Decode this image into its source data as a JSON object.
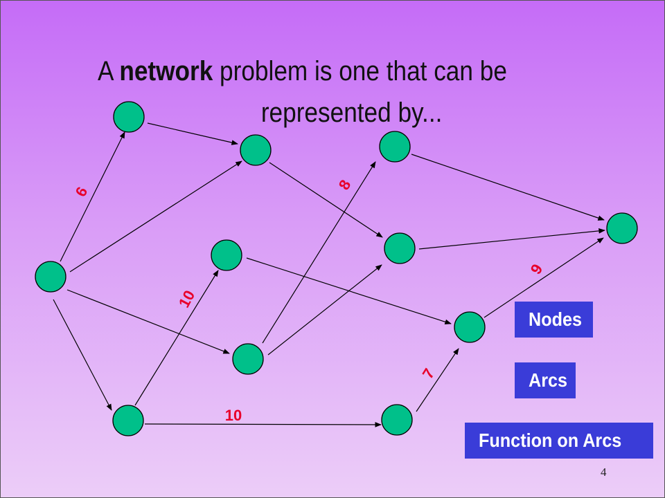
{
  "slide": {
    "title_prefix": "A ",
    "title_bold": "network",
    "title_rest": " problem is one that can be",
    "title_line2": "represented by...",
    "page_number": "4"
  },
  "buttons": {
    "nodes": "Nodes",
    "arcs": "Arcs",
    "function_on_arcs": "Function on Arcs"
  },
  "arc_weights": [
    "6",
    "8",
    "9",
    "10",
    "7",
    "10"
  ],
  "colors": {
    "node_fill": "#00c08a",
    "weight_label": "#e8002a",
    "button_bg": "#3a3cd8",
    "background_top": "#c56cf7",
    "background_bottom": "#eccdf8"
  }
}
